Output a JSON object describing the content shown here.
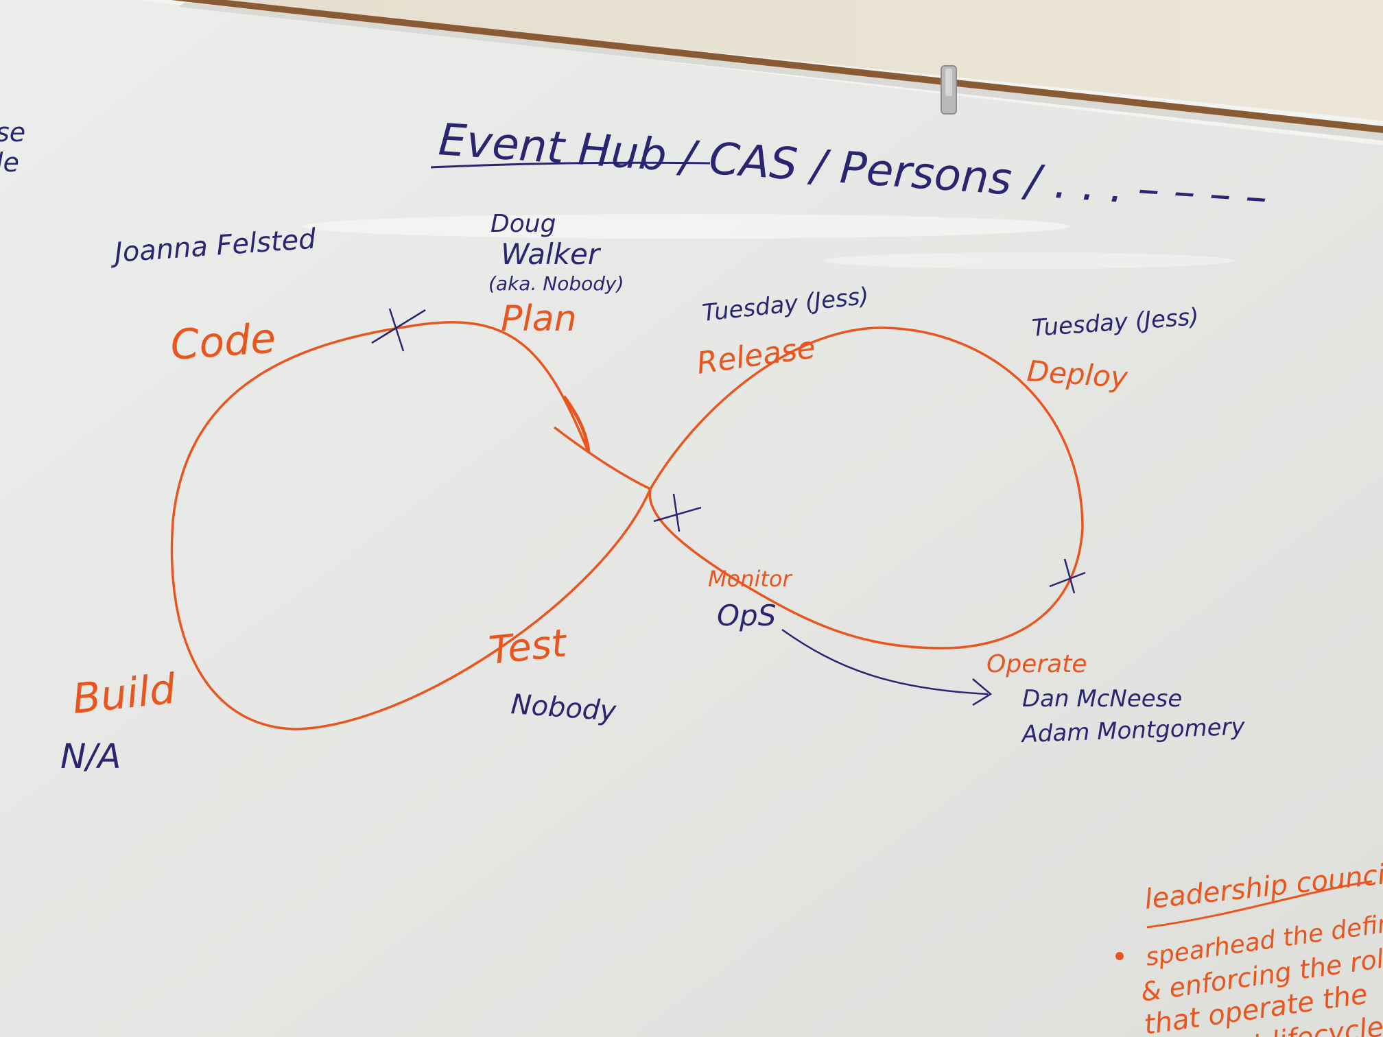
{
  "colors": {
    "board": "#e6e7e4",
    "frame": "#8a5a34",
    "ink_blue": "#2b2470",
    "ink_orange": "#e8551e",
    "wall": "#e9e4d8"
  },
  "board": {
    "title": "Event Hub / CAS / Persons / . . . – – – –",
    "left_edge_fragments": [
      "se",
      "le"
    ]
  },
  "stages": {
    "code": {
      "label": "Code",
      "owner": "Joanna Felsted"
    },
    "plan": {
      "label": "Plan",
      "owner_lines": [
        "Doug",
        "Walker",
        "(aka. Nobody)"
      ]
    },
    "release": {
      "label": "Release",
      "owner": "Tuesday (Jess)"
    },
    "deploy": {
      "label": "Deploy",
      "owner": "Tuesday (Jess)"
    },
    "monitor": {
      "label": "Monitor",
      "note": "OpS"
    },
    "operate": {
      "label": "Operate",
      "owners": [
        "Dan McNeese",
        "Adam Montgomery"
      ]
    },
    "test": {
      "label": "Test",
      "owner": "Nobody"
    },
    "build": {
      "label": "Build",
      "owner": "N/A"
    }
  },
  "leadership": {
    "heading": "leadership council",
    "bullet_lines": [
      "spearhead the defining",
      "& enforcing the roles",
      "that operate the",
      "product lifecycle."
    ]
  }
}
